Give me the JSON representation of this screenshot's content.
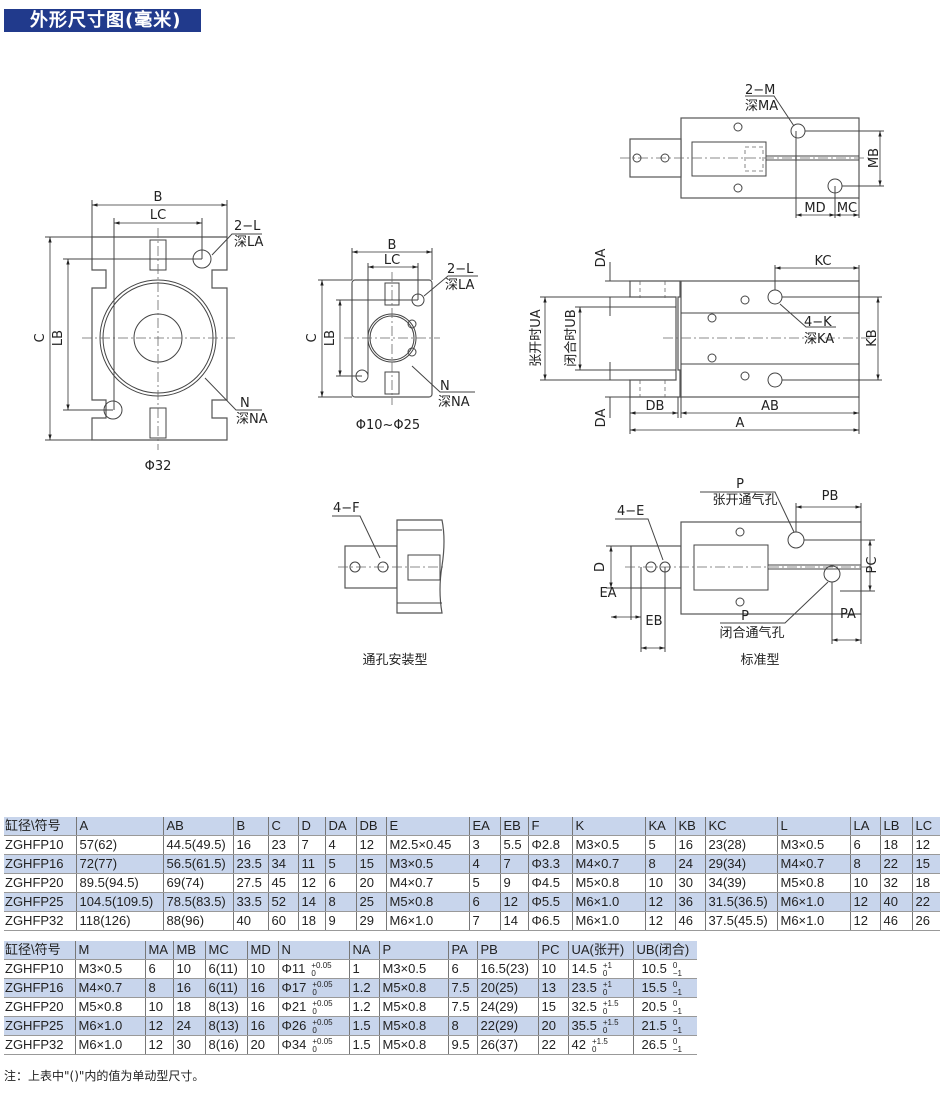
{
  "title": "外形尺寸图(毫米)",
  "drawings": {
    "front_large": {
      "caption": "Φ32",
      "B": "B",
      "LC": "LC",
      "C": "C",
      "LB": "LB",
      "hole_label": "2−L",
      "hole_depth": "深LA",
      "n_label": "N",
      "n_depth": "深NA"
    },
    "front_small": {
      "caption": "Φ10~Φ25",
      "B": "B",
      "LC": "LC",
      "C": "C",
      "LB": "LB",
      "hole_label": "2−L",
      "hole_depth": "深LA",
      "n_label": "N",
      "n_depth": "深NA"
    },
    "top_view": {
      "m_label": "2−M",
      "m_depth": "深MA",
      "MB": "MB",
      "MD": "MD",
      "MC": "MC"
    },
    "side_view": {
      "DA_top": "DA",
      "DA_bottom": "DA",
      "UA": "张开时UA",
      "UB": "闭合时UB",
      "KC": "KC",
      "k_label": "4−K",
      "k_depth": "深KA",
      "KB": "KB",
      "DB": "DB",
      "AB": "AB",
      "A": "A"
    },
    "through_hole": {
      "f_label": "4−F",
      "caption": "通孔安装型"
    },
    "standard": {
      "p_open": "P",
      "p_open_desc": "张开通气孔",
      "PB": "PB",
      "e_label": "4−E",
      "D": "D",
      "EA": "EA",
      "EB": "EB",
      "p_close": "P",
      "p_close_desc": "闭合通气孔",
      "PA": "PA",
      "PC": "PC",
      "caption": "标准型"
    }
  },
  "table1": {
    "headers": [
      "缸径\\符号",
      "A",
      "AB",
      "B",
      "C",
      "D",
      "DA",
      "DB",
      "E",
      "EA",
      "EB",
      "F",
      "K",
      "KA",
      "KB",
      "KC",
      "L",
      "LA",
      "LB",
      "LC"
    ],
    "rows": [
      [
        "ZGHFP10",
        "57(62)",
        "44.5(49.5)",
        "16",
        "23",
        "7",
        "4",
        "12",
        "M2.5×0.45",
        "3",
        "5.5",
        "Φ2.8",
        "M3×0.5",
        "5",
        "16",
        "23(28)",
        "M3×0.5",
        "6",
        "18",
        "12"
      ],
      [
        "ZGHFP16",
        "72(77)",
        "56.5(61.5)",
        "23.5",
        "34",
        "11",
        "5",
        "15",
        "M3×0.5",
        "4",
        "7",
        "Φ3.3",
        "M4×0.7",
        "8",
        "24",
        "29(34)",
        "M4×0.7",
        "8",
        "22",
        "15"
      ],
      [
        "ZGHFP20",
        "89.5(94.5)",
        "69(74)",
        "27.5",
        "45",
        "12",
        "6",
        "20",
        "M4×0.7",
        "5",
        "9",
        "Φ4.5",
        "M5×0.8",
        "10",
        "30",
        "34(39)",
        "M5×0.8",
        "10",
        "32",
        "18"
      ],
      [
        "ZGHFP25",
        "104.5(109.5)",
        "78.5(83.5)",
        "33.5",
        "52",
        "14",
        "8",
        "25",
        "M5×0.8",
        "6",
        "12",
        "Φ5.5",
        "M6×1.0",
        "12",
        "36",
        "31.5(36.5)",
        "M6×1.0",
        "12",
        "40",
        "22"
      ],
      [
        "ZGHFP32",
        "118(126)",
        "88(96)",
        "40",
        "60",
        "18",
        "9",
        "29",
        "M6×1.0",
        "7",
        "14",
        "Φ6.5",
        "M6×1.0",
        "12",
        "46",
        "37.5(45.5)",
        "M6×1.0",
        "12",
        "46",
        "26"
      ]
    ]
  },
  "table2": {
    "headers": [
      "缸径\\符号",
      "M",
      "MA",
      "MB",
      "MC",
      "MD",
      "N",
      "NA",
      "P",
      "PA",
      "PB",
      "PC",
      "UA(张开)",
      "UB(闭合)"
    ],
    "rows": [
      [
        "ZGHFP10",
        "M3×0.5",
        "6",
        "10",
        "6(11)",
        "10",
        {
          "v": "Φ11",
          "u": "+0.05",
          "l": "0"
        },
        "1",
        "M3×0.5",
        "6",
        "16.5(23)",
        "10",
        {
          "v": "14.5",
          "u": "+1",
          "l": "0"
        },
        {
          "v": "10.5",
          "u": "0",
          "l": "−1"
        }
      ],
      [
        "ZGHFP16",
        "M4×0.7",
        "8",
        "16",
        "6(11)",
        "16",
        {
          "v": "Φ17",
          "u": "+0.05",
          "l": "0"
        },
        "1.2",
        "M5×0.8",
        "7.5",
        "20(25)",
        "13",
        {
          "v": "23.5",
          "u": "+1",
          "l": "0"
        },
        {
          "v": "15.5",
          "u": "0",
          "l": "−1"
        }
      ],
      [
        "ZGHFP20",
        "M5×0.8",
        "10",
        "18",
        "8(13)",
        "16",
        {
          "v": "Φ21",
          "u": "+0.05",
          "l": "0"
        },
        "1.2",
        "M5×0.8",
        "7.5",
        "24(29)",
        "15",
        {
          "v": "32.5",
          "u": "+1.5",
          "l": "0"
        },
        {
          "v": "20.5",
          "u": "0",
          "l": "−1"
        }
      ],
      [
        "ZGHFP25",
        "M6×1.0",
        "12",
        "24",
        "8(13)",
        "16",
        {
          "v": "Φ26",
          "u": "+0.05",
          "l": "0"
        },
        "1.5",
        "M5×0.8",
        "8",
        "22(29)",
        "20",
        {
          "v": "35.5",
          "u": "+1.5",
          "l": "0"
        },
        {
          "v": "21.5",
          "u": "0",
          "l": "−1"
        }
      ],
      [
        "ZGHFP32",
        "M6×1.0",
        "12",
        "30",
        "8(16)",
        "20",
        {
          "v": "Φ34",
          "u": "+0.05",
          "l": "0"
        },
        "1.5",
        "M5×0.8",
        "9.5",
        "26(37)",
        "22",
        {
          "v": "42",
          "u": "+1.5",
          "l": "0"
        },
        {
          "v": "26.5",
          "u": "0",
          "l": "−1"
        }
      ]
    ]
  },
  "note": "注：上表中\"()\"内的值为单动型尺寸。",
  "colors": {
    "title_bg": "#213a8c",
    "row_highlight": "#c8d5ec"
  }
}
